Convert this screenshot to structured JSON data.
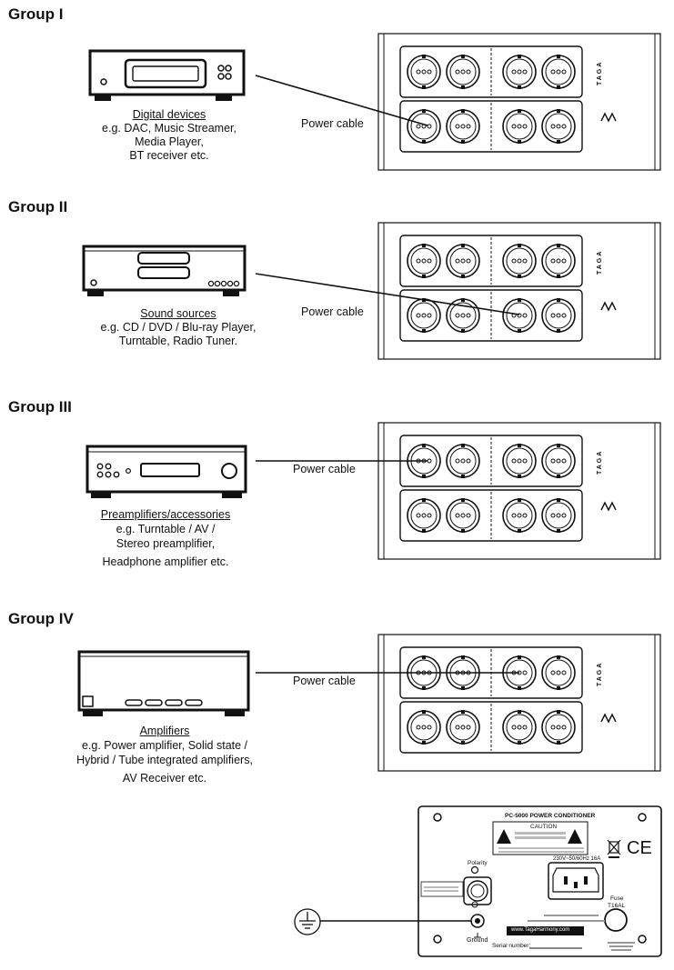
{
  "groups": [
    {
      "title": "Group I",
      "caption_head": "Digital devices",
      "caption_lines": [
        "e.g. DAC, Music Streamer,",
        "Media Player,",
        "BT receiver etc."
      ],
      "cable_label": "Power cable",
      "device": "digital-device-icon"
    },
    {
      "title": "Group II",
      "caption_head": "Sound sources",
      "caption_lines": [
        "e.g. CD / DVD / Blu-ray Player,",
        "Turntable, Radio Tuner."
      ],
      "cable_label": "Power cable",
      "device": "sound-source-icon"
    },
    {
      "title": "Group III",
      "caption_head": "Preamplifiers/accessories",
      "caption_lines": [
        "e.g. Turntable / AV /",
        "Stereo preamplifier,",
        "Headphone amplifier etc."
      ],
      "cable_label": "Power cable",
      "device": "preamplifier-icon"
    },
    {
      "title": "Group IV",
      "caption_head": "Amplifiers",
      "caption_lines": [
        "e.g.  Power amplifier, Solid state /",
        "Hybrid / Tube integrated amplifiers,",
        "AV Receiver etc."
      ],
      "cable_label": "Power cable",
      "device": "amplifier-icon"
    }
  ],
  "conditioner_brand": "TAGA",
  "rear_panel": {
    "title": "PC-5000 POWER CONDITIONER",
    "caution": "CAUTION",
    "polarity_label": "Polarity",
    "ground_label": "Ground",
    "fuse_label": "Fuse",
    "fuse_value": "T16AL",
    "rating": "230V~50/60Hz 16A",
    "website": "www.TagaHarmony.com",
    "serial_label": "Serial number:",
    "ce_mark": "CE",
    "ground_symbol": "ground-symbol-icon"
  }
}
